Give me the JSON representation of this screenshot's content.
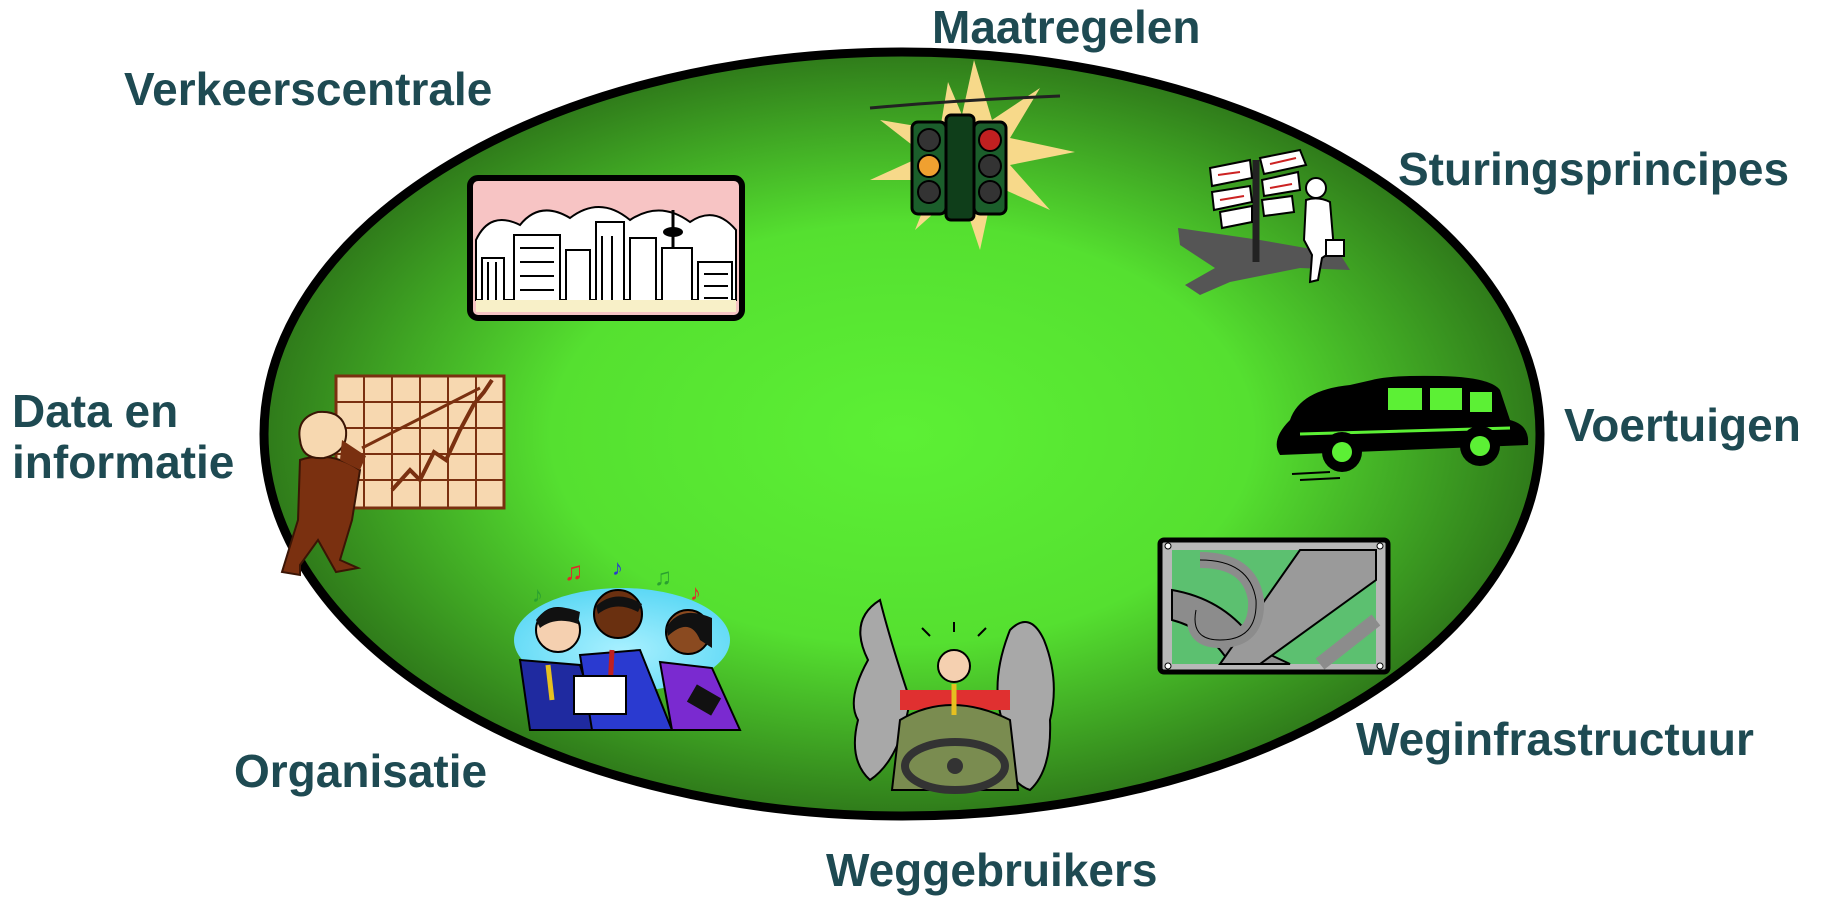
{
  "labels": {
    "maatregelen": "Maatregelen",
    "verkeerscentrale": "Verkeerscentrale",
    "sturingsprincipes": "Sturingsprincipes",
    "data_line1": "Data en",
    "data_line2": "informatie",
    "voertuigen": "Voertuigen",
    "weginfrastructuur": "Weginfrastructuur",
    "organisatie": "Organisatie",
    "weggebruikers": "Weggebruikers"
  },
  "icons": {
    "maatregelen": "traffic-light-icon",
    "verkeerscentrale": "city-skyline-icon",
    "sturingsprincipes": "signpost-traveler-icon",
    "data": "presenter-chart-icon",
    "voertuigen": "car-icon",
    "weginfrastructuur": "interchange-icon",
    "organisatie": "singing-people-icon",
    "weggebruikers": "stressed-driver-icon"
  },
  "colors": {
    "ellipse_center": "#5cf035",
    "ellipse_edge": "#2f7a1a",
    "outline": "#000000",
    "label_text": "#1e4a52"
  }
}
